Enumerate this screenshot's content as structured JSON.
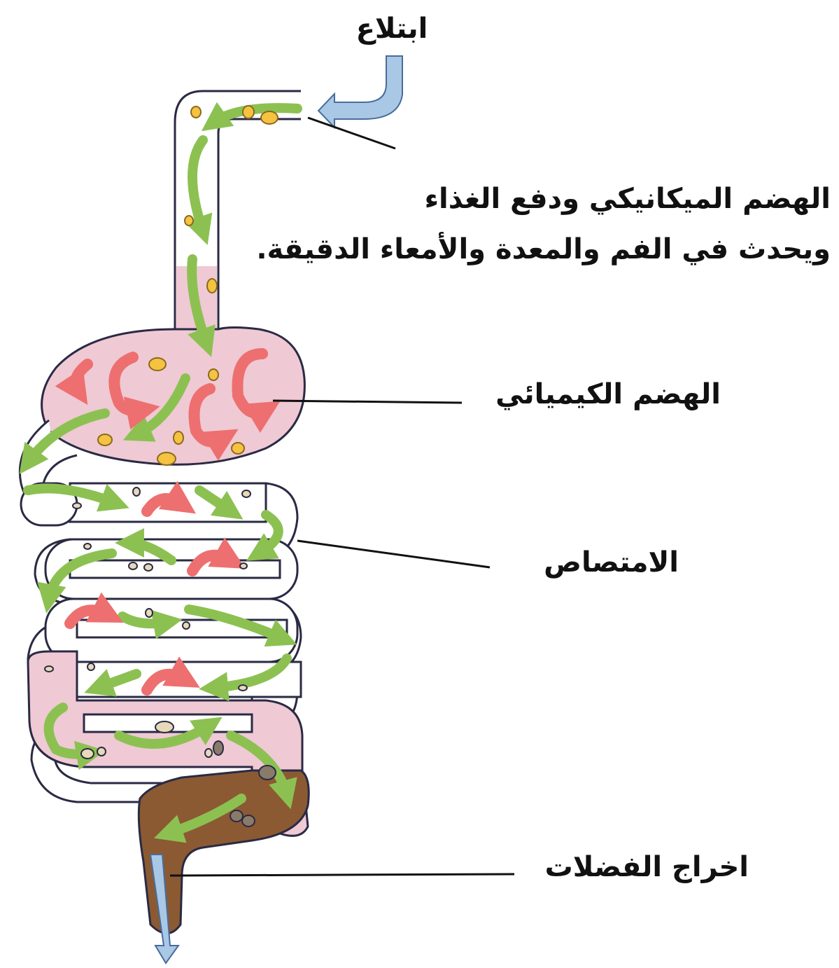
{
  "labels": {
    "ingestion": "ابتلاع",
    "mechanical_line1": "الهضم الميكانيكي ودفع الغذاء",
    "mechanical_line2": "ويحدث في الفم والمعدة والأمعاء الدقيقة.",
    "chemical": "الهضم الكيميائي",
    "absorption": "الامتصاص",
    "excretion": "اخراج الفضلات"
  },
  "colors": {
    "outline": "#2a2a44",
    "pink_region": "#efc9d4",
    "green_arrow": "#8cc152",
    "green_arrow_edge": "#5a8a2c",
    "red_arrow": "#ee6f6f",
    "red_arrow_edge": "#b33a3a",
    "food_particle": "#f5c242",
    "brown_waste": "#8b5a33",
    "blue_arrow": "#a9c8e6",
    "blue_arrow_edge": "#4a6c99"
  }
}
